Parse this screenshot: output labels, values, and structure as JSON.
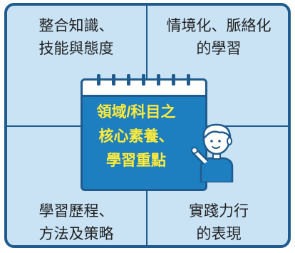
{
  "quadrants": {
    "top_left": [
      "整合知識、",
      "技能與態度"
    ],
    "top_right": [
      "情境化、脈絡化",
      "的學習"
    ],
    "bottom_left": [
      "學習歷程、",
      "方法及策略"
    ],
    "bottom_right": [
      "實踐力行",
      "的表現"
    ]
  },
  "center": [
    "領域/科目之",
    "核心素養、",
    "學習重點"
  ],
  "colors": {
    "border": "#1f5b8c",
    "background": "#c9e3f5",
    "board": "#1d7fbf",
    "center_text": "#ffeb3b"
  },
  "icons": [
    "calendar-board-icon",
    "teacher-pointing-icon"
  ]
}
